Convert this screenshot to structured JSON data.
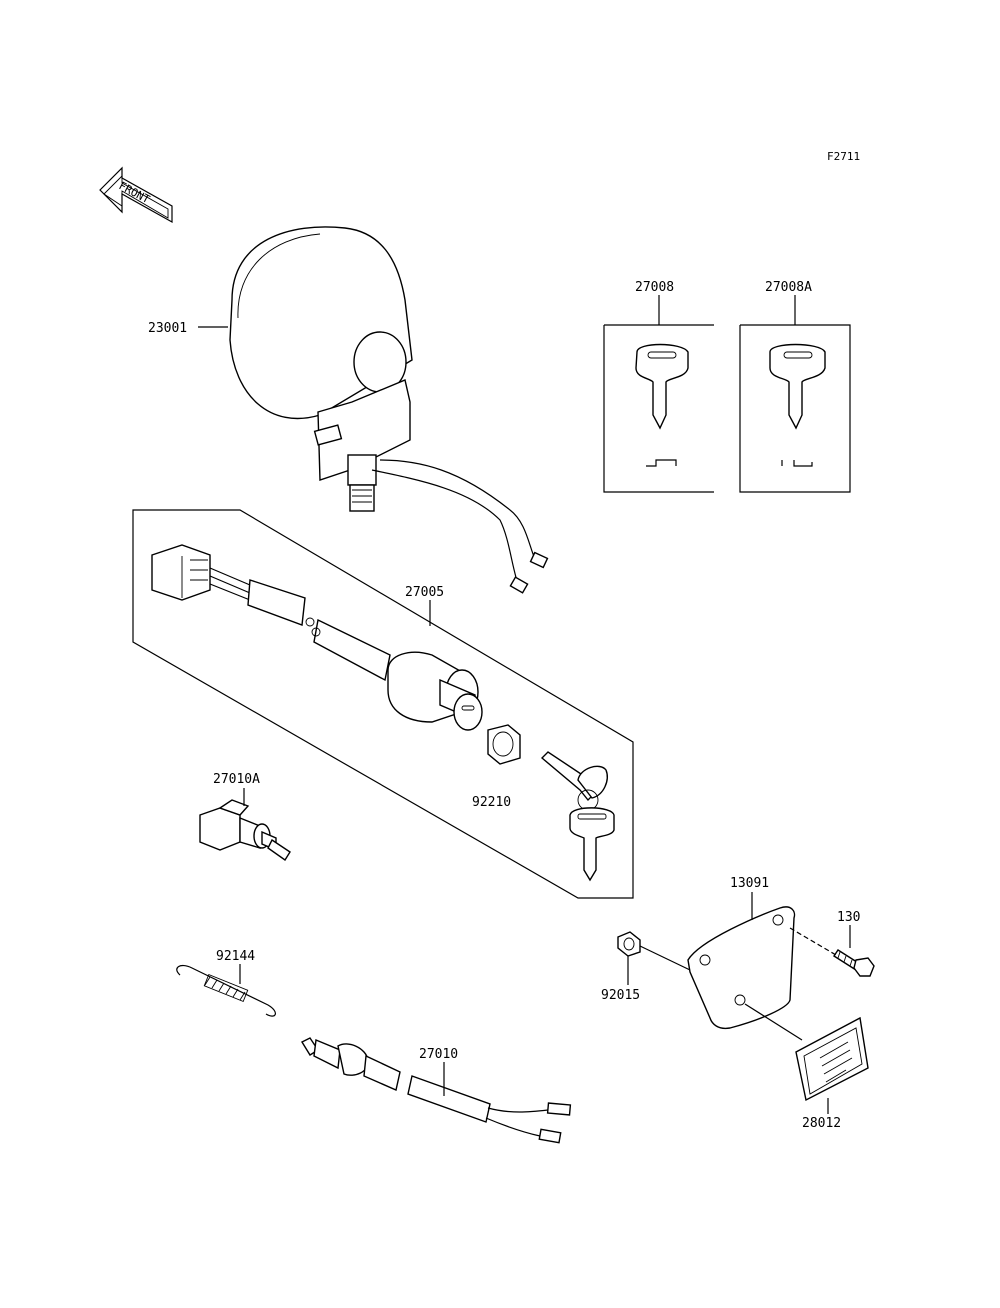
{
  "figure_id": "F2711",
  "front_label": "FRONT",
  "parts": {
    "headlight": "23001",
    "key_a": "27008",
    "key_b": "27008A",
    "ignition_switch": "27005",
    "nut": "92210",
    "switch_a": "27010A",
    "spring": "92144",
    "stop_switch": "27010",
    "plate": "13091",
    "bolt": "130",
    "collar": "92015",
    "label": "28012"
  }
}
